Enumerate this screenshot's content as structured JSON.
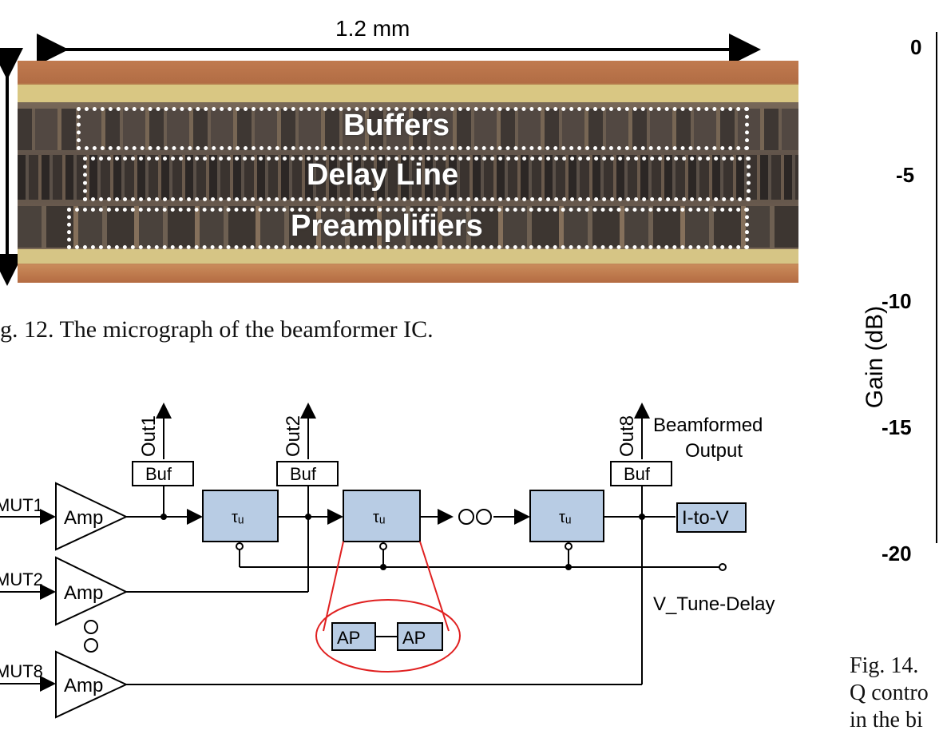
{
  "figure12": {
    "width_label": "1.2 mm",
    "blocks": {
      "buffers": "Buffers",
      "delay_line": "Delay Line",
      "preamplifiers": "Preamplifiers"
    },
    "caption": "g. 12.   The micrograph of the beamformer IC."
  },
  "figure13": {
    "inputs": [
      "MUT1",
      "MUT2",
      "MUT8"
    ],
    "amp_label": "Amp",
    "buf_label": "Buf",
    "delay_label": "τᵤ",
    "outputs": [
      "Out1",
      "Out2",
      "Out8"
    ],
    "beamformed_output": [
      "Beamformed",
      "Output"
    ],
    "i_to_v": "I-to-V",
    "v_tune": "V_Tune-Delay",
    "ap_label": "AP"
  },
  "figure14": {
    "ylabel": "Gain (dB)",
    "yticks": [
      "0",
      "-5",
      "-10",
      "-15",
      "-20"
    ],
    "caption_lines": [
      "Fig. 14.",
      "Q contro",
      "in the bi"
    ]
  }
}
